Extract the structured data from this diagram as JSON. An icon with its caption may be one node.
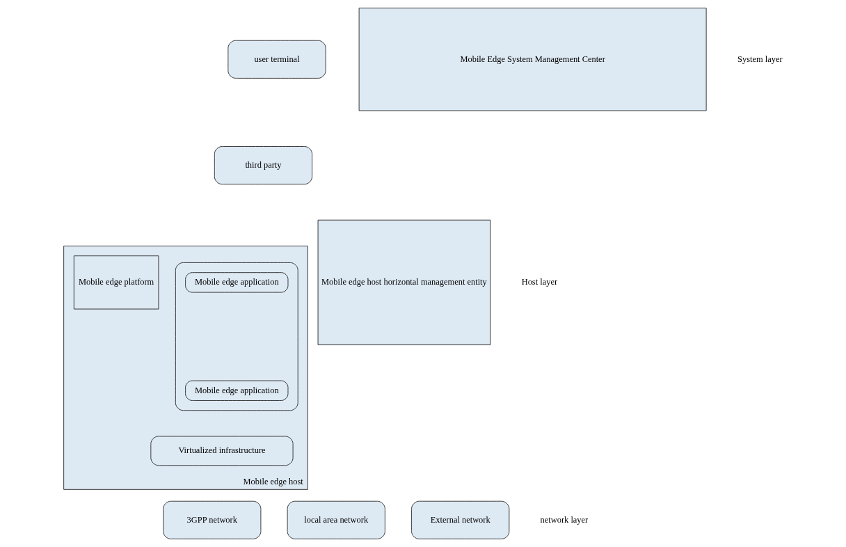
{
  "diagram": {
    "nodes": [
      {
        "text": [
          "user terminal"
        ]
      },
      {
        "text": [
          "third party"
        ]
      },
      {
        "text": [
          "Mobile Edge System Management Center"
        ]
      },
      {
        "text": [
          "Mobile edge host"
        ]
      },
      {
        "text": [],
        "shape": "box",
        "in": 3
      },
      {
        "text": [
          "Mobile edge application"
        ],
        "in": 4
      },
      {
        "text": [
          "Mobile edge application"
        ],
        "in": 4
      },
      {
        "text": [
          "Mobile edge platform"
        ],
        "in": 3
      },
      {
        "text": [
          "Virtualized infrastructure"
        ],
        "in": 3
      },
      {
        "text": [
          "Mobile edge host horizontal management entity"
        ]
      },
      {
        "text": [
          "3GPP network"
        ]
      },
      {
        "text": [
          "local area network"
        ]
      },
      {
        "text": [
          "External network"
        ]
      }
    ],
    "edges": [],
    "labels": [
      "System layer",
      "Host layer",
      "network layer"
    ]
  }
}
